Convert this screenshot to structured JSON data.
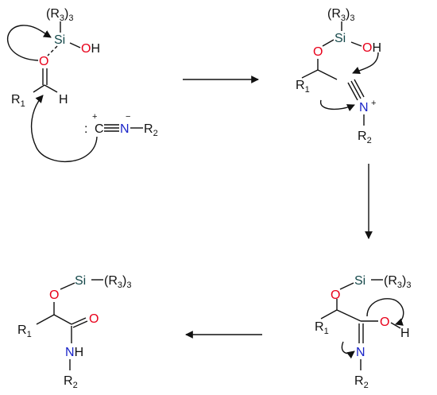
{
  "colors": {
    "oxygen": "#e8001a",
    "nitrogen": "#1a24c8",
    "silicon": "#15484a",
    "bond": "#111111"
  },
  "atoms": {
    "r3": "(R",
    "r3_sub": "3",
    "r3_close": ")",
    "r3_count": "3",
    "si": "Si",
    "oh": "OH",
    "o": "O",
    "h": "H",
    "r1": "R",
    "r1_sub": "1",
    "r2": "R",
    "r2_sub": "2",
    "c": "C",
    "n": "N",
    "nh": "NH",
    "plus": "+",
    "minus": "−",
    "lone_pair": ":"
  }
}
